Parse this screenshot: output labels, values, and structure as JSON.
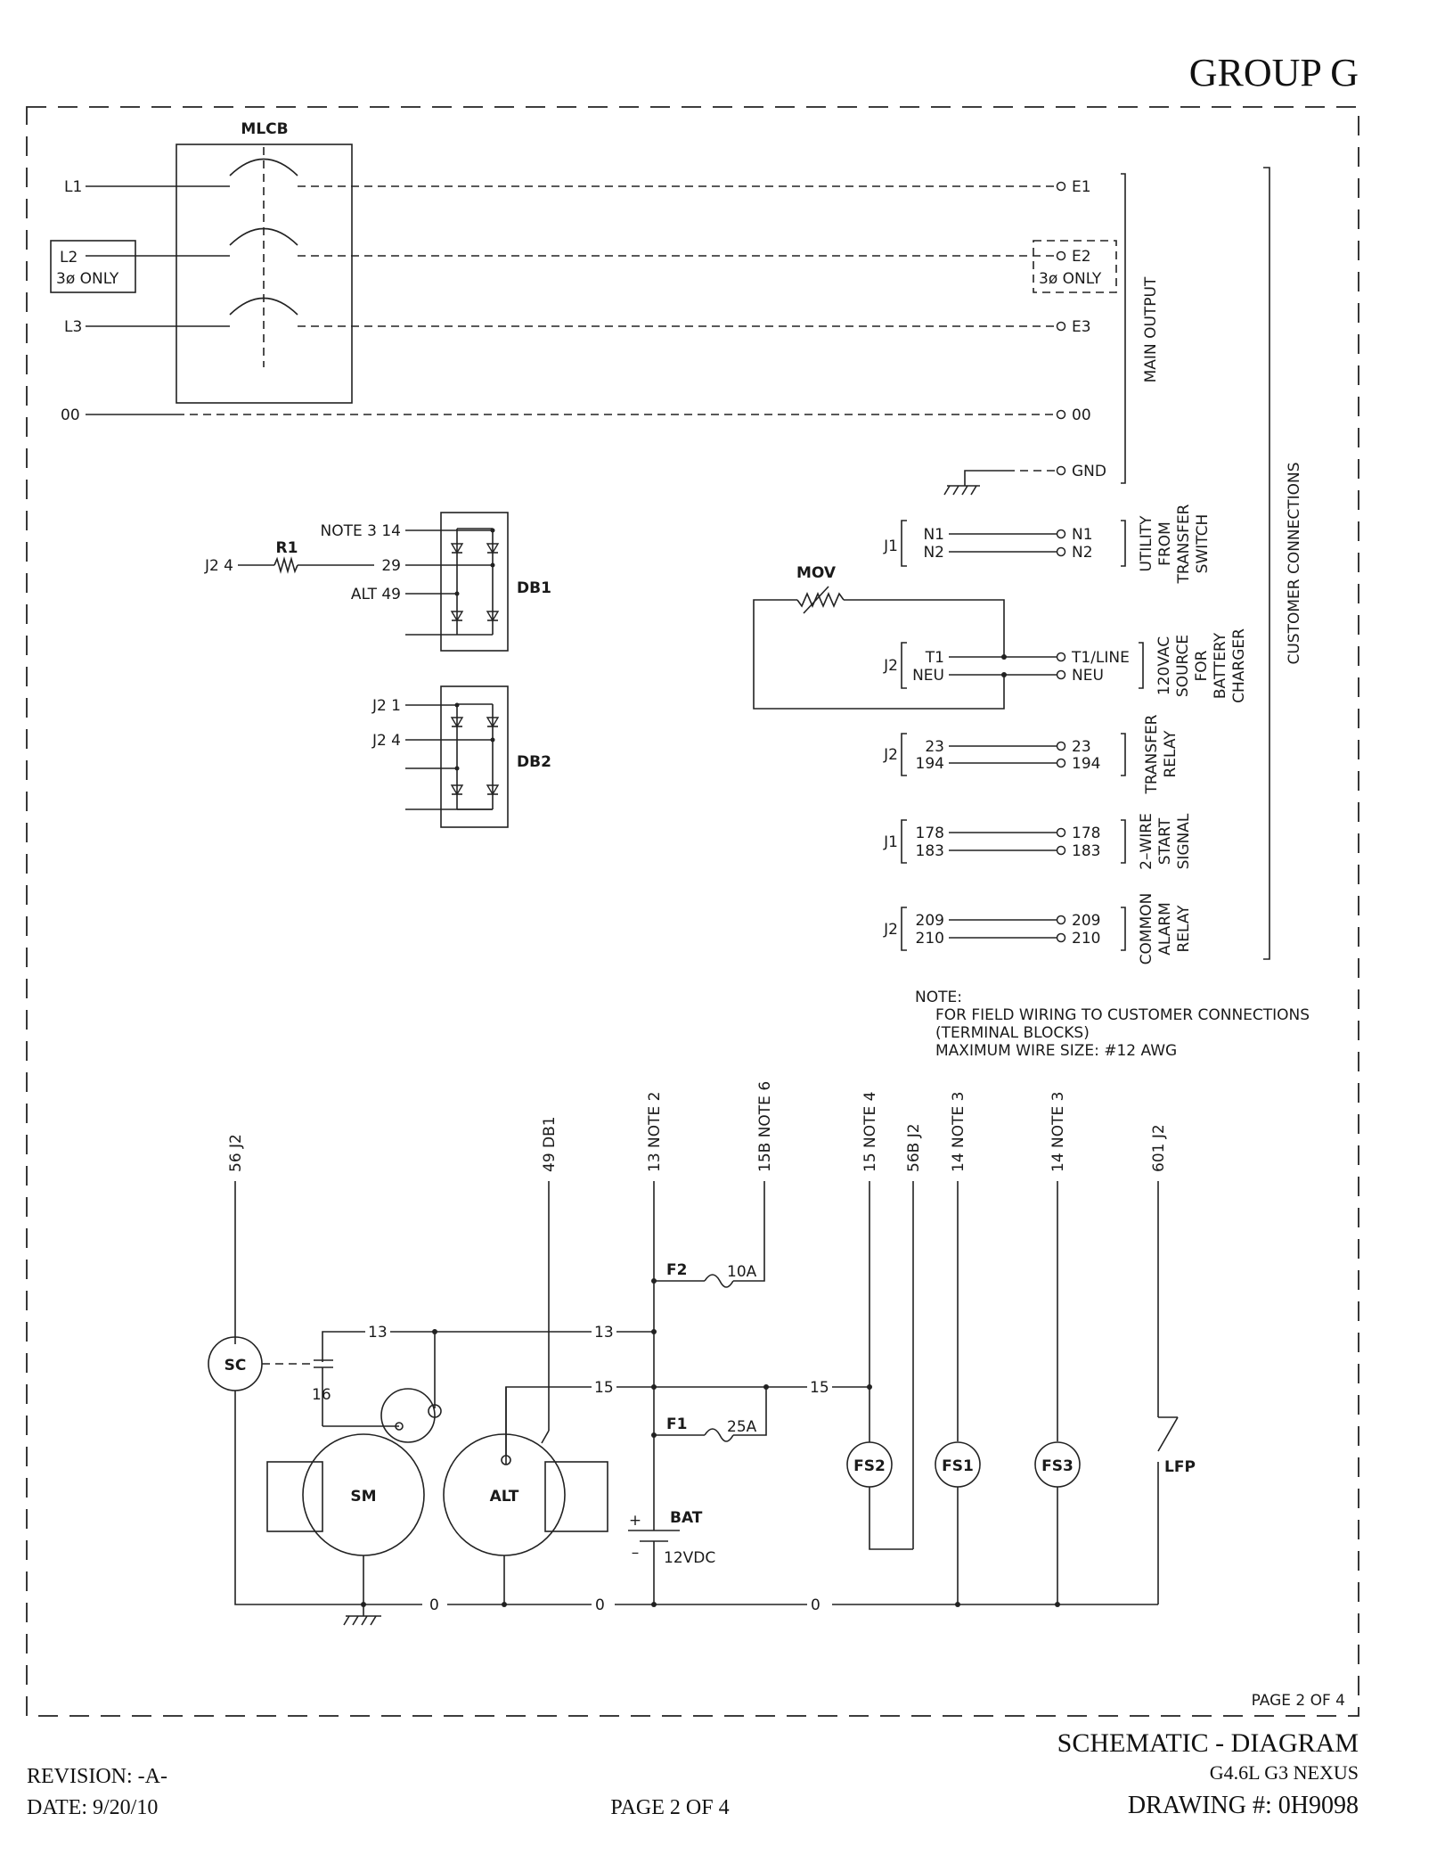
{
  "header": {
    "group": "GROUP G"
  },
  "mlcb": {
    "label": "MLCB",
    "lines": [
      "L1",
      "L2",
      "L3"
    ],
    "note_3ph_in": "3ø ONLY",
    "neutral": "00",
    "outputs": [
      "E1",
      "E2",
      "E3",
      "00",
      "GND"
    ],
    "note_3ph_out": "3ø ONLY",
    "group_label": "MAIN OUTPUT"
  },
  "db1": {
    "label": "DB1",
    "resistor": "R1",
    "in_ref": "J2 4",
    "pins": [
      "NOTE 3 14",
      "29",
      "ALT 49"
    ]
  },
  "db2": {
    "label": "DB2",
    "pins": [
      "J2 1",
      "J2 4"
    ]
  },
  "mov": {
    "label": "MOV"
  },
  "terminal_groups": [
    {
      "plug": "J1",
      "left": [
        "N1",
        "N2"
      ],
      "right": [
        "N1",
        "N2"
      ],
      "desc": [
        "UTILITY",
        "FROM",
        "TRANSFER",
        "SWITCH"
      ]
    },
    {
      "plug": "J2",
      "left": [
        "T1",
        "NEU"
      ],
      "right": [
        "T1/LINE",
        "NEU"
      ],
      "desc": [
        "120VAC",
        "SOURCE",
        "FOR",
        "BATTERY",
        "CHARGER"
      ]
    },
    {
      "plug": "J2",
      "left": [
        "23",
        "194"
      ],
      "right": [
        "23",
        "194"
      ],
      "desc": [
        "TRANSFER",
        "RELAY"
      ]
    },
    {
      "plug": "J1",
      "left": [
        "178",
        "183"
      ],
      "right": [
        "178",
        "183"
      ],
      "desc": [
        "2–WIRE",
        "START",
        "SIGNAL"
      ]
    },
    {
      "plug": "J2",
      "left": [
        "209",
        "210"
      ],
      "right": [
        "209",
        "210"
      ],
      "desc": [
        "COMMON",
        "ALARM",
        "RELAY"
      ]
    }
  ],
  "customer_label": "CUSTOMER CONNECTIONS",
  "field_note": [
    "NOTE:",
    "FOR FIELD WIRING TO CUSTOMER CONNECTIONS",
    "(TERMINAL BLOCKS)",
    "MAXIMUM WIRE SIZE: #12 AWG"
  ],
  "dc_circuit": {
    "top_labels": [
      "56 J2",
      "49 DB1",
      "13 NOTE 2",
      "15B NOTE 6",
      "15 NOTE 4",
      "56B J2",
      "14 NOTE 3",
      "14 NOTE 3",
      "601 J2"
    ],
    "components": {
      "sc": "SC",
      "sm": "SM",
      "alt": "ALT",
      "bat": "BAT",
      "bat_voltage": "12VDC",
      "fs2": "FS2",
      "fs1": "FS1",
      "fs3": "FS3",
      "lfp": "LFP",
      "f1": "F1",
      "f1_rating": "25A",
      "f2": "F2",
      "f2_rating": "10A"
    },
    "wire_labels": {
      "w13a": "13",
      "w13b": "13",
      "w16": "16",
      "w15a": "15",
      "w15b": "15",
      "w0a": "0",
      "w0b": "0",
      "w0c": "0"
    },
    "bat_plus": "+",
    "bat_minus": "–"
  },
  "page_box": "PAGE 2 OF 4",
  "footer": {
    "title": "SCHEMATIC - DIAGRAM",
    "model": "G4.6L G3 NEXUS",
    "drawing": "DRAWING #: 0H9098",
    "revision": "REVISION: -A-",
    "date": "DATE: 9/20/10",
    "page": "PAGE 2 OF 4"
  }
}
